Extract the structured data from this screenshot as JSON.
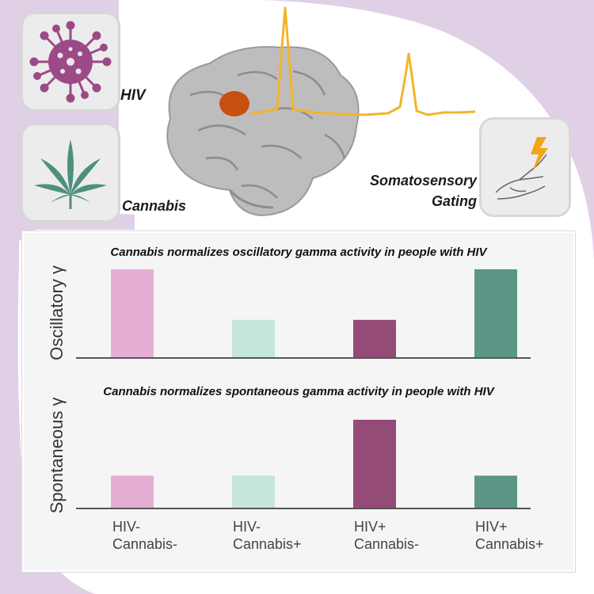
{
  "icons": {
    "hiv": {
      "icon": "virus-icon",
      "label": "HIV",
      "color": "#9b4a86"
    },
    "cannabis": {
      "icon": "cannabis-leaf-icon",
      "label": "Cannabis",
      "color": "#4e8f7d"
    },
    "somatosensory": {
      "icon": "hand-lightning-icon",
      "label_line1": "Somatosensory",
      "label_line2": "Gating",
      "bolt_color": "#f2a51a"
    }
  },
  "colors": {
    "background_purple": "#dfd0e6",
    "trace": "#f2b52a",
    "brain": "#bdbdbd",
    "activation": "#c94f10"
  },
  "chart_data": [
    {
      "type": "bar",
      "title": "Cannabis normalizes oscillatory gamma activity in people with HIV",
      "ylabel": "Oscillatory γ",
      "categories": [
        "HIV- Cannabis-",
        "HIV- Cannabis+",
        "HIV+ Cannabis-",
        "HIV+ Cannabis+"
      ],
      "values": [
        1.0,
        0.43,
        0.43,
        1.0
      ],
      "colors": [
        "#e4aed2",
        "#c5e6d8",
        "#954b77",
        "#5c9687"
      ],
      "ylim": [
        0,
        1.0
      ]
    },
    {
      "type": "bar",
      "title": "Cannabis normalizes spontaneous gamma activity in people with HIV",
      "ylabel": "Spontaneous γ",
      "categories": [
        "HIV- Cannabis-",
        "HIV- Cannabis+",
        "HIV+ Cannabis-",
        "HIV+ Cannabis+"
      ],
      "values": [
        0.37,
        0.37,
        1.0,
        0.37
      ],
      "colors": [
        "#e4aed2",
        "#c5e6d8",
        "#954b77",
        "#5c9687"
      ],
      "ylim": [
        0,
        1.0
      ]
    }
  ],
  "x_labels": [
    {
      "line1": "HIV-",
      "line2": "Cannabis-"
    },
    {
      "line1": "HIV-",
      "line2": "Cannabis+"
    },
    {
      "line1": "HIV+",
      "line2": "Cannabis-"
    },
    {
      "line1": "HIV+",
      "line2": "Cannabis+"
    }
  ]
}
